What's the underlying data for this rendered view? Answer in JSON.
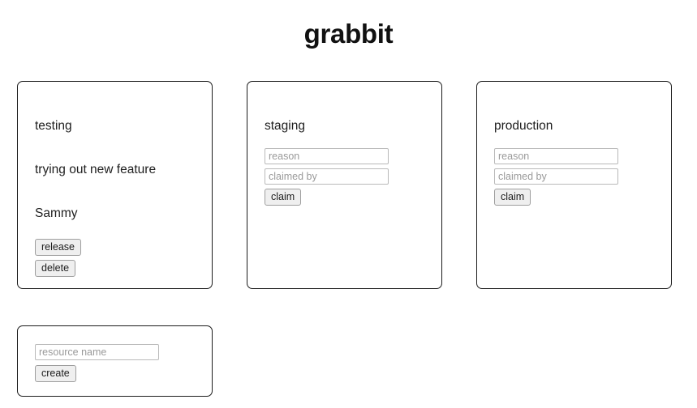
{
  "app": {
    "title": "grabbit",
    "background_color": "#ffffff",
    "card_border_color": "#1c1c1c",
    "button_background_color": "#efefef",
    "placeholder_color": "#9a9a9a"
  },
  "resources": [
    {
      "name": "testing",
      "claimed": true,
      "reason": "trying out new feature",
      "claimed_by": "Sammy",
      "release_label": "release",
      "delete_label": "delete"
    },
    {
      "name": "staging",
      "claimed": false,
      "reason_placeholder": "reason",
      "claimed_by_placeholder": "claimed by",
      "claim_label": "claim"
    },
    {
      "name": "production",
      "claimed": false,
      "reason_placeholder": "reason",
      "claimed_by_placeholder": "claimed by",
      "claim_label": "claim"
    }
  ],
  "create": {
    "resource_name_placeholder": "resource name",
    "create_label": "create"
  }
}
